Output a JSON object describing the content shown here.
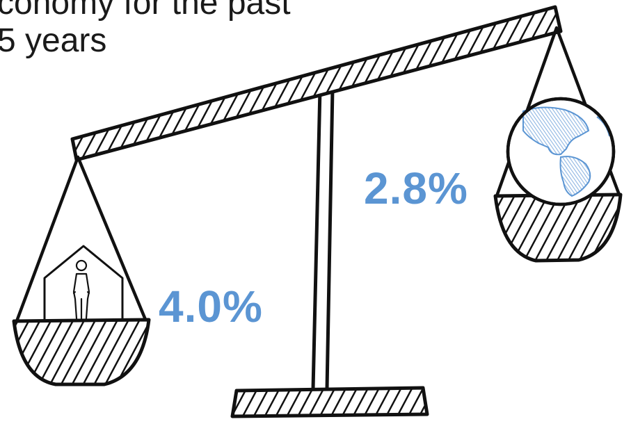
{
  "heading": {
    "line1": "conomy for the past",
    "line2": "5 years"
  },
  "left_pan": {
    "value": "4.0%",
    "icon": "house-with-person-icon"
  },
  "right_pan": {
    "value": "2.8%",
    "icon": "globe-icon"
  },
  "colors": {
    "ink": "#111111",
    "accent": "#5b95d3",
    "heading": "#1a1a1a"
  }
}
